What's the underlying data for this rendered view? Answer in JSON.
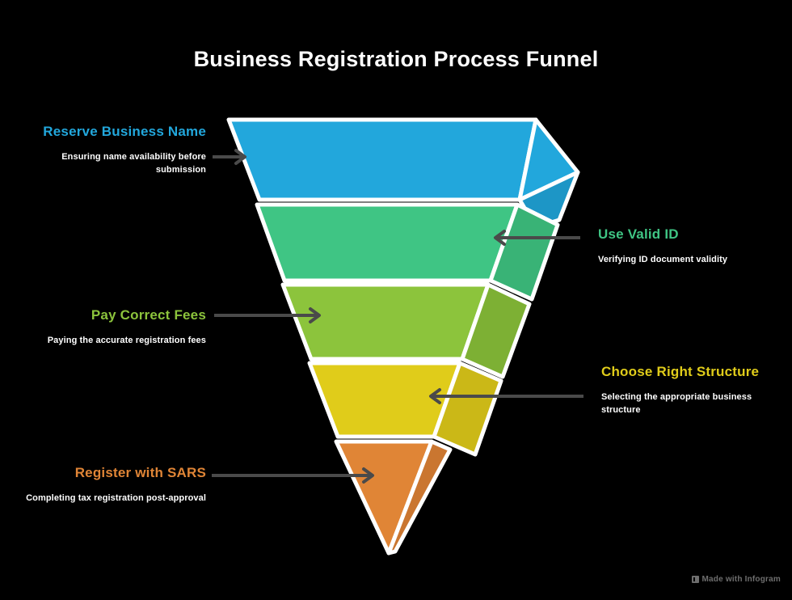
{
  "title": "Business Registration Process Funnel",
  "watermark": {
    "text": "Made with Infogram",
    "mark": "infogram-logo-icon"
  },
  "chart_data": {
    "type": "funnel",
    "title": "Business Registration Process Funnel",
    "orientation": "inverted-3d",
    "stages": [
      {
        "label": "Reserve Business Name",
        "description": "Ensuring name availability before submission",
        "color": "#22A7DC",
        "side_color": "#1D96C6",
        "side": "left",
        "order": 1
      },
      {
        "label": "Use Valid ID",
        "description": "Verifying ID document validity",
        "color": "#3FC584",
        "side_color": "#39B376",
        "side": "right",
        "order": 2
      },
      {
        "label": "Pay Correct Fees",
        "description": "Paying the accurate registration fees",
        "color": "#8CC43C",
        "side_color": "#7DB034",
        "side": "left",
        "order": 3
      },
      {
        "label": "Choose Right Structure",
        "description": "Selecting the appropriate business structure",
        "color": "#E0CC1A",
        "side_color": "#CBB817",
        "side": "right",
        "order": 4
      },
      {
        "label": "Register with SARS",
        "description": "Completing tax registration post-approval",
        "color": "#E08536",
        "side_color": "#CA7630",
        "side": "left",
        "order": 5
      }
    ],
    "background": "#000000",
    "connector_color": "#4A4A4A",
    "separator_color": "#FFFFFF"
  }
}
